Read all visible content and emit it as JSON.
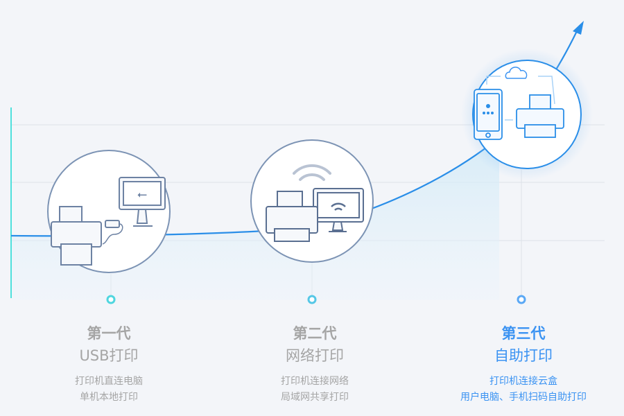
{
  "colors": {
    "accent": "#3b93f2",
    "muted": "#a5a5a5",
    "axis": "#4fd6df"
  },
  "generations": [
    {
      "title": "第一代",
      "name": "USB打印",
      "desc": [
        "打印机直连电脑",
        "单机本地打印"
      ],
      "icon": "usb-printer-icon"
    },
    {
      "title": "第二代",
      "name": "网络打印",
      "desc": [
        "打印机连接网络",
        "局域网共享打印"
      ],
      "icon": "network-printer-icon"
    },
    {
      "title": "第三代",
      "name": "自助打印",
      "desc": [
        "打印机连接云盒",
        "用户电脑、手机扫码自助打印"
      ],
      "icon": "cloud-printer-icon"
    }
  ]
}
